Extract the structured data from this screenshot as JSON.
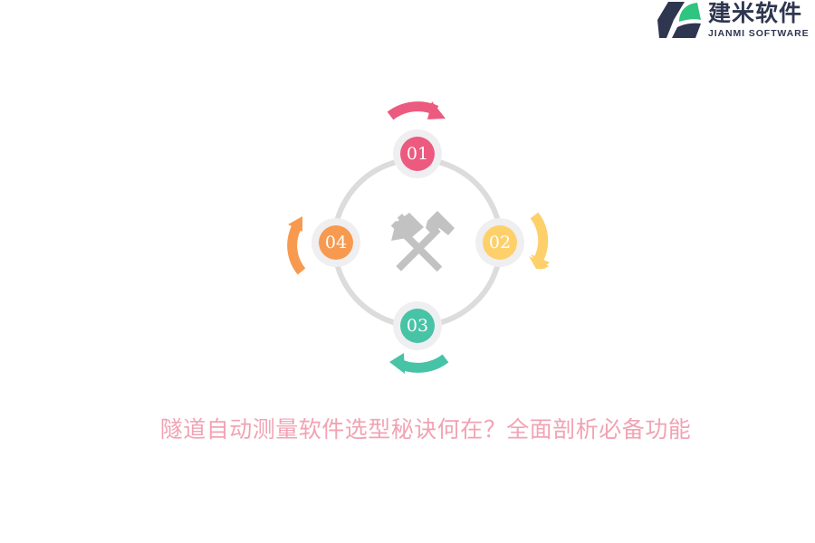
{
  "brand": {
    "name_cn": "建米软件",
    "name_en": "JIANMI SOFTWARE",
    "colors": {
      "dark": "#2f3650",
      "green": "#2fc47f"
    }
  },
  "diagram": {
    "center_icon": "crossed-hammers-icon",
    "ring_color": "#dcdcdc",
    "nodes": [
      {
        "label": "01",
        "color": "#ec5a80",
        "position": "top"
      },
      {
        "label": "02",
        "color": "#fdd06a",
        "position": "right"
      },
      {
        "label": "03",
        "color": "#47c3a6",
        "position": "bottom"
      },
      {
        "label": "04",
        "color": "#f79a50",
        "position": "left"
      }
    ]
  },
  "headline": "隧道自动测量软件选型秘诀何在？全面剖析必备功能"
}
